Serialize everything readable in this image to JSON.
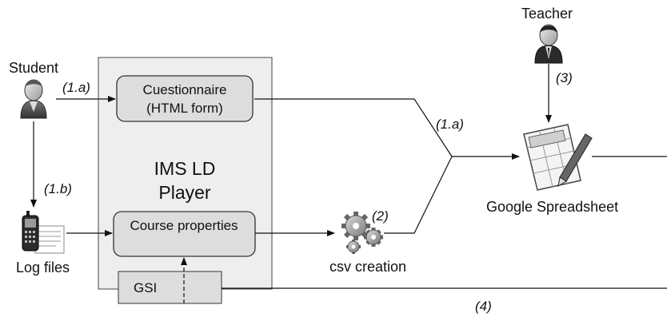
{
  "actors": {
    "student": "Student",
    "teacher": "Teacher"
  },
  "nodes": {
    "player_title": "IMS LD Player",
    "questionnaire": "Cuestionnaire (HTML form)",
    "course_properties": "Course properties",
    "gsi": "GSI",
    "log_files": "Log files",
    "csv_creation": "csv creation",
    "google_spreadsheet": "Google Spreadsheet"
  },
  "steps": {
    "s1a_left": "(1.a)",
    "s1a_right": "(1.a)",
    "s1b": "(1.b)",
    "s2": "(2)",
    "s3": "(3)",
    "s4": "(4)"
  },
  "icons": [
    "user-icon",
    "teacher-icon",
    "phone-icon",
    "document-icon",
    "gears-icon",
    "spreadsheet-icon"
  ],
  "colors": {
    "player_fill": "#eeeeee",
    "box_fill": "#dddddd",
    "line": "#111111"
  }
}
